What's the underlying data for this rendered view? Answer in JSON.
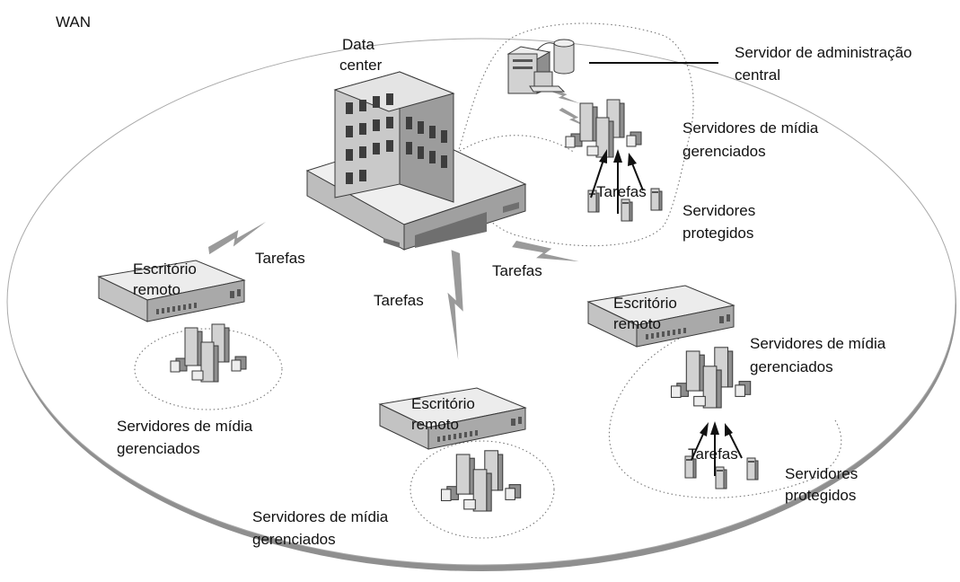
{
  "labels": {
    "wan": "WAN",
    "data_center": [
      "Data",
      "center"
    ],
    "central_admin_server": [
      "Servidor de administração",
      "central"
    ],
    "managed_media_servers": [
      "Servidores de mídia",
      "gerenciados"
    ],
    "protected_servers": [
      "Servidores",
      "protegidos"
    ],
    "remote_office": [
      "Escritório",
      "remoto"
    ],
    "tasks": "Tarefas"
  },
  "colors": {
    "outline": "#3a3a3a",
    "wan_disc_rim": "#8f8f8f",
    "dotted_boundary": "#777777",
    "lightning": "#9a9a9a"
  },
  "icons": [
    "building-icon",
    "admin-server-icon",
    "database-icon",
    "media-server-icon",
    "protected-server-icon",
    "remote-office-icon",
    "lightning-link-icon"
  ]
}
